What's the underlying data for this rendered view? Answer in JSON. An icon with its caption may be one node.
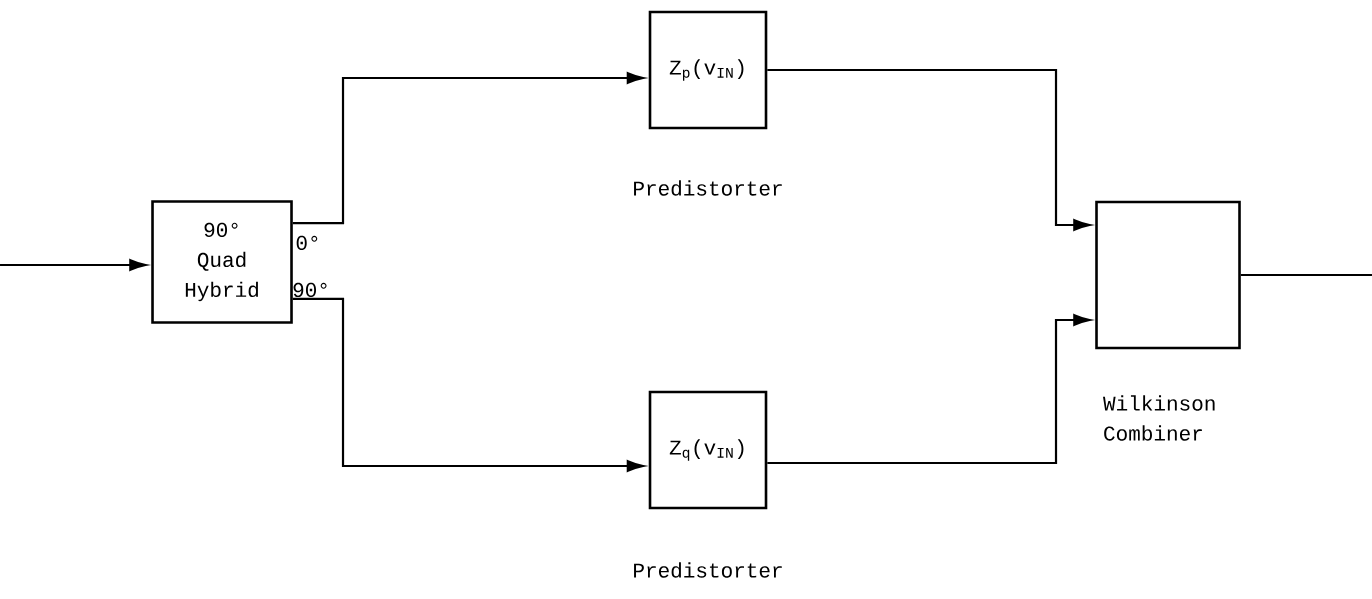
{
  "diagram": {
    "nodes": [
      {
        "text": [
          "90° Quad Hybrid"
        ]
      },
      {
        "text": [
          "Z$_{p}$(v$_{IN}$)"
        ],
        "beside": [
          "Predistorter"
        ]
      },
      {
        "text": [
          "Z$_{q}$(v$_{IN}$)"
        ],
        "beside": [
          "Predistorter"
        ]
      },
      {
        "text": [],
        "shape": "box",
        "beside": [
          "Wilkinson Combiner"
        ]
      }
    ],
    "edges": [
      {
        "from": null,
        "to": 0,
        "arrow": "to"
      },
      {
        "from": 0,
        "to": 1,
        "arrow": "to"
      },
      {
        "from": 0,
        "to": 2,
        "arrow": "to"
      },
      {
        "from": 1,
        "to": 3,
        "arrow": "to"
      },
      {
        "from": 2,
        "to": 3,
        "arrow": "to"
      },
      {
        "from": 3,
        "to": null,
        "arrow": "none"
      }
    ],
    "labels": [
      "0°",
      "90°"
    ]
  }
}
